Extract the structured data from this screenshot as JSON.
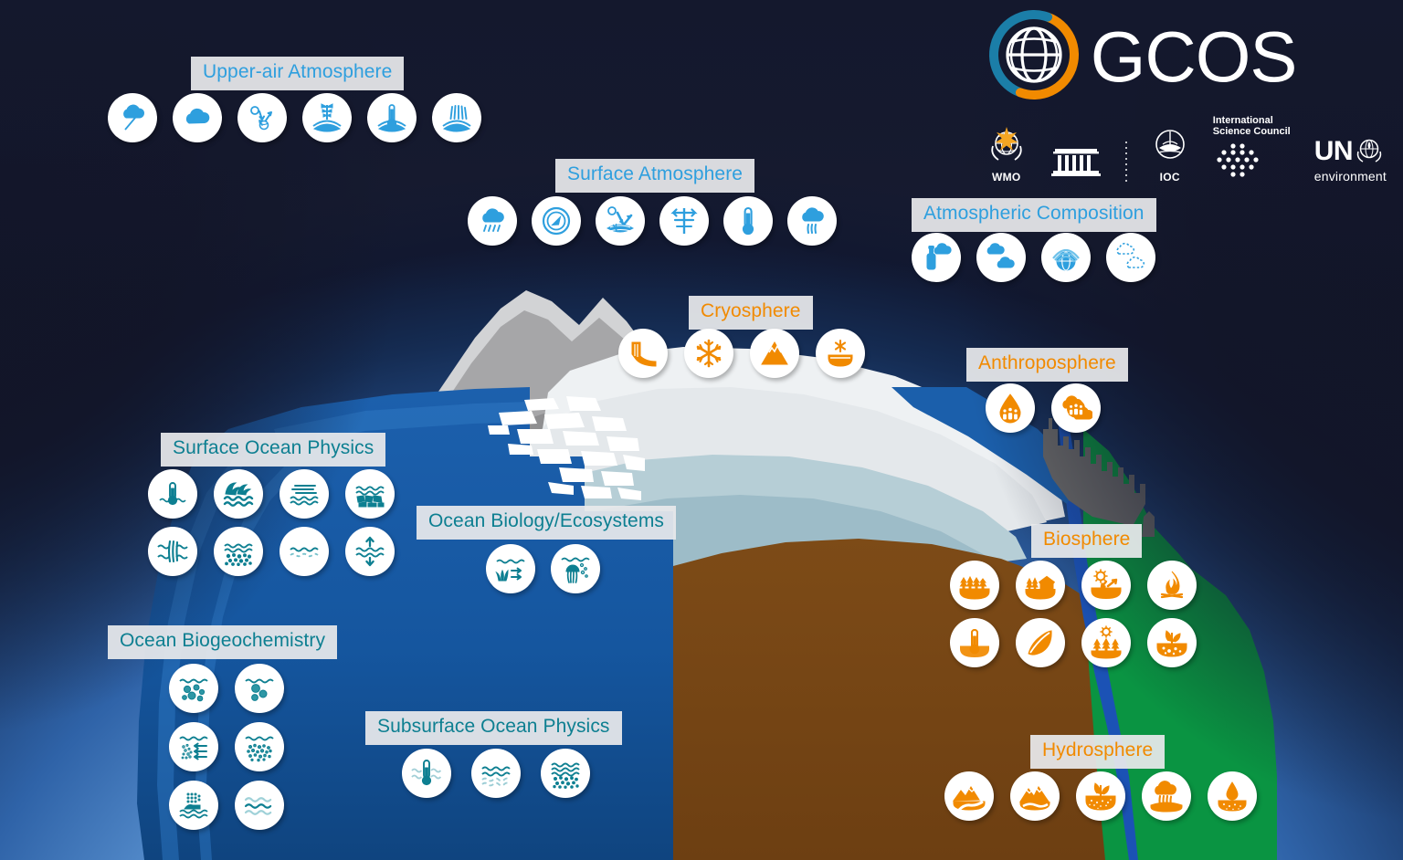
{
  "brand": {
    "name": "GCOS",
    "logo_icon": "gcos-globe-icon",
    "partners": [
      {
        "id": "wmo",
        "caption": "WMO",
        "icon": "wmo-emblem-icon"
      },
      {
        "id": "unesco",
        "caption": "",
        "icon": "unesco-temple-icon"
      },
      {
        "id": "ioc",
        "caption": "IOC",
        "icon": "ioc-emblem-icon"
      },
      {
        "id": "isc",
        "caption": "International\nScience Council",
        "title_line1": "International",
        "title_line2": "Science Council",
        "icon": "isc-dots-icon"
      },
      {
        "id": "unep",
        "caption": "UN environment",
        "un": "UN",
        "sub": "environment",
        "icon": "un-environment-icon"
      }
    ]
  },
  "colors": {
    "label_blue": "#2e9fde",
    "label_teal": "#0d7f91",
    "label_orange": "#f18a00",
    "label_bg": "#e8eaec",
    "background_navy": "#171c31",
    "ocean_blue": "#1b5fab",
    "land_brown": "#7a4a17",
    "vegetation_green": "#0a9442",
    "ice_white": "#eceff1",
    "rock_gray": "#9d9d9d"
  },
  "domains": [
    {
      "id": "upper-air-atmosphere",
      "label": "Upper-air Atmosphere",
      "color": "blue",
      "icons": [
        "cloud-lightning-icon",
        "cloud-icon",
        "earth-radiation-budget-icon",
        "upper-air-wind-icon",
        "upper-air-temperature-icon",
        "upper-air-water-vapour-icon"
      ]
    },
    {
      "id": "surface-atmosphere",
      "label": "Surface Atmosphere",
      "color": "blue",
      "icons": [
        "precipitation-icon",
        "pressure-gauge-icon",
        "surface-radiation-icon",
        "wind-vane-icon",
        "thermometer-icon",
        "water-vapour-icon"
      ]
    },
    {
      "id": "atmospheric-composition",
      "label": "Atmospheric Composition",
      "color": "blue",
      "icons": [
        "aerosols-icon",
        "greenhouse-gases-icon",
        "ozone-icon",
        "precursors-icon"
      ]
    },
    {
      "id": "cryosphere",
      "label": "Cryosphere",
      "color": "orange",
      "icons": [
        "glacier-icon",
        "snow-icon",
        "ice-sheet-icon",
        "permafrost-icon"
      ]
    },
    {
      "id": "anthroposphere",
      "label": "Anthroposphere",
      "color": "orange",
      "icons": [
        "water-use-icon",
        "ghg-emissions-icon"
      ]
    },
    {
      "id": "biosphere",
      "label": "Biosphere",
      "color": "orange",
      "icons": [
        "forest-cover-icon",
        "land-cover-icon",
        "albedo-icon",
        "fire-icon",
        "land-temperature-icon",
        "leaf-area-index-icon",
        "fapar-icon",
        "soil-carbon-icon"
      ]
    },
    {
      "id": "hydrosphere",
      "label": "Hydrosphere",
      "color": "orange",
      "icons": [
        "river-discharge-icon",
        "lakes-icon",
        "soil-moisture-icon",
        "evaporation-icon",
        "groundwater-icon"
      ]
    },
    {
      "id": "surface-ocean-physics",
      "label": "Surface Ocean Physics",
      "color": "teal",
      "icons": [
        "sea-surface-temperature-icon",
        "sea-state-icon",
        "surface-currents-icon",
        "sea-ice-icon",
        "surface-stress-icon",
        "sea-surface-salinity-icon",
        "sea-level-icon",
        "ocean-surface-heat-flux-icon"
      ]
    },
    {
      "id": "ocean-biology-ecosystems",
      "label": "Ocean Biology/Ecosystems",
      "color": "teal",
      "icons": [
        "ocean-colour-icon",
        "plankton-icon"
      ]
    },
    {
      "id": "ocean-biogeochemistry",
      "label": "Ocean Biogeochemistry",
      "color": "teal",
      "icons": [
        "inorganic-carbon-icon",
        "oxygen-icon",
        "nutrients-icon",
        "transient-tracers-icon",
        "nitrous-oxide-icon",
        "ocean-ph-icon"
      ]
    },
    {
      "id": "subsurface-ocean-physics",
      "label": "Subsurface Ocean Physics",
      "color": "teal",
      "icons": [
        "subsurface-temperature-icon",
        "subsurface-currents-icon",
        "subsurface-salinity-icon"
      ]
    }
  ],
  "scene": {
    "elements": [
      "mountain-range",
      "glacier-ice-sheet",
      "sea-ice-floes",
      "ocean",
      "brown-land",
      "green-vegetation",
      "river",
      "city-skyline"
    ]
  }
}
